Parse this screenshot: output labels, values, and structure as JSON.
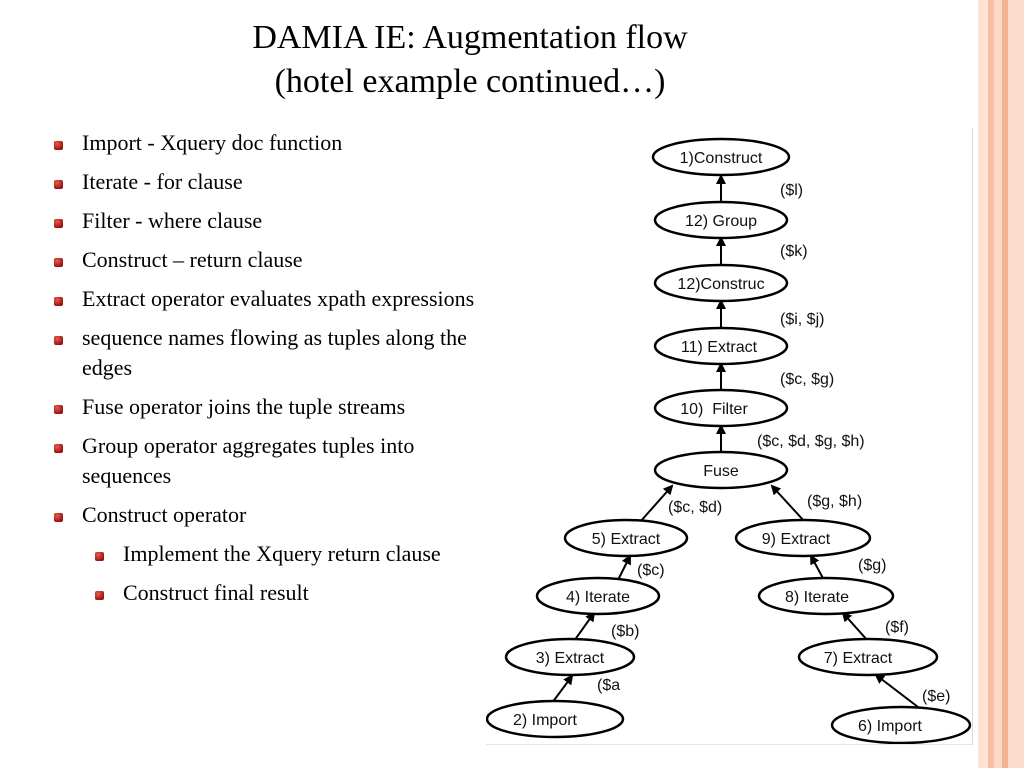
{
  "slide": {
    "title_line1": "DAMIA IE: Augmentation flow",
    "title_line2": "(hotel example continued…)"
  },
  "bullets": [
    {
      "text": "Import - Xquery doc function",
      "level": 1
    },
    {
      "text": "Iterate - for clause",
      "level": 1
    },
    {
      "text": "Filter -  where clause",
      "level": 1
    },
    {
      "text": "Construct – return clause",
      "level": 1
    },
    {
      "text": "Extract operator evaluates xpath expressions",
      "level": 1
    },
    {
      "text": "sequence names flowing as tuples along the edges",
      "level": 1
    },
    {
      "text": "Fuse operator joins the tuple streams",
      "level": 1
    },
    {
      "text": "Group operator aggregates tuples into sequences",
      "level": 1
    },
    {
      "text": "Construct operator",
      "level": 1
    },
    {
      "text": "Implement the Xquery return clause",
      "level": 2
    },
    {
      "text": "Construct final result",
      "level": 2
    }
  ],
  "flow": {
    "nodes": {
      "construct_final": "1)Construct",
      "group": "12) Group",
      "construc": "12)Construc",
      "extract_11": "11) Extract",
      "filter_10": "10)  Filter",
      "fuse": "Fuse",
      "extract_5": "5) Extract",
      "extract_9": "9) Extract",
      "iterate_4": "4) Iterate",
      "iterate_8": "8) Iterate",
      "extract_3": "3) Extract",
      "extract_7": "7) Extract",
      "import_2": "2) Import",
      "import_6": "6) Import"
    },
    "edge_labels": {
      "group_to_construct": "($l)",
      "construc_to_group": "($k)",
      "extract11_to_construc": "($i, $j)",
      "filter_to_extract11": "($c, $g)",
      "fuse_to_filter": "($c, $d, $g, $h)",
      "extract5_to_fuse": "($c, $d)",
      "extract9_to_fuse": "($g, $h)",
      "iterate4_to_extract5": "($c)",
      "iterate8_to_extract9": "($g)",
      "extract3_to_iterate4": "($b)",
      "extract7_to_iterate8": "($f)",
      "import2_to_extract3": "($a",
      "import6_to_extract7": "($e)"
    }
  },
  "colors": {
    "stripe_light": "#fbd9c6",
    "stripe_dark": "#f2b392",
    "bullet": "#b41c1c"
  }
}
